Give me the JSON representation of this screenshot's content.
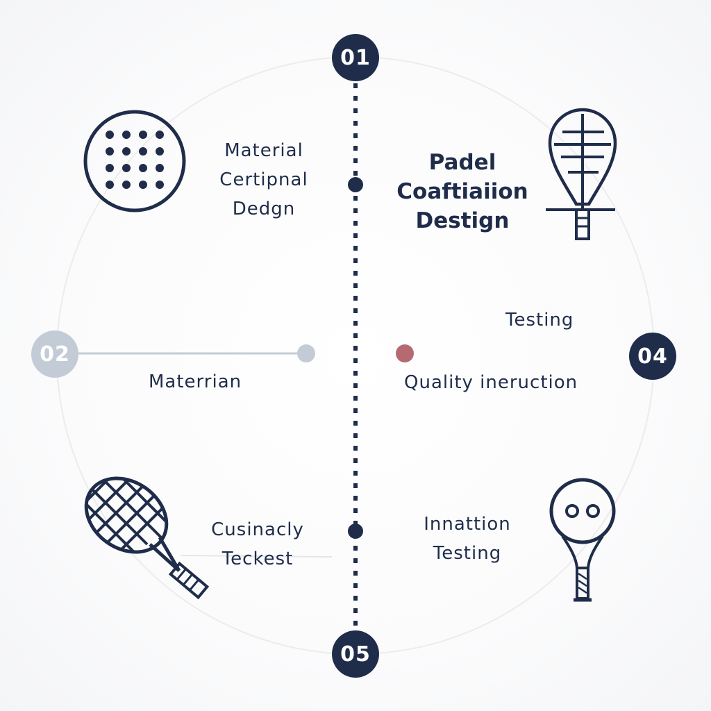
{
  "steps": {
    "s01": {
      "number": "01"
    },
    "s02": {
      "number": "02",
      "label": "Materrian"
    },
    "s04": {
      "number": "04",
      "label_top": "Testing",
      "label_bottom": "Quality ineruction"
    },
    "s05": {
      "number": "05"
    }
  },
  "top_left": {
    "lines": [
      "Material",
      "Certipnal",
      "Dedgn"
    ]
  },
  "center_title": {
    "lines": [
      "Padel",
      "Coaftiaiion",
      "Destign"
    ]
  },
  "bottom_left": {
    "lines": [
      "Cusinacly",
      "Teckest"
    ]
  },
  "bottom_right": {
    "lines": [
      "Innattion",
      "Testing"
    ]
  },
  "icons": [
    "dotted-ball-icon",
    "padel-racket-icon",
    "tennis-racket-icon",
    "paddle-face-icon"
  ],
  "colors": {
    "navy": "#1f2d4a",
    "light_grey": "#c3ccd6",
    "accent_red": "#b56a72"
  }
}
